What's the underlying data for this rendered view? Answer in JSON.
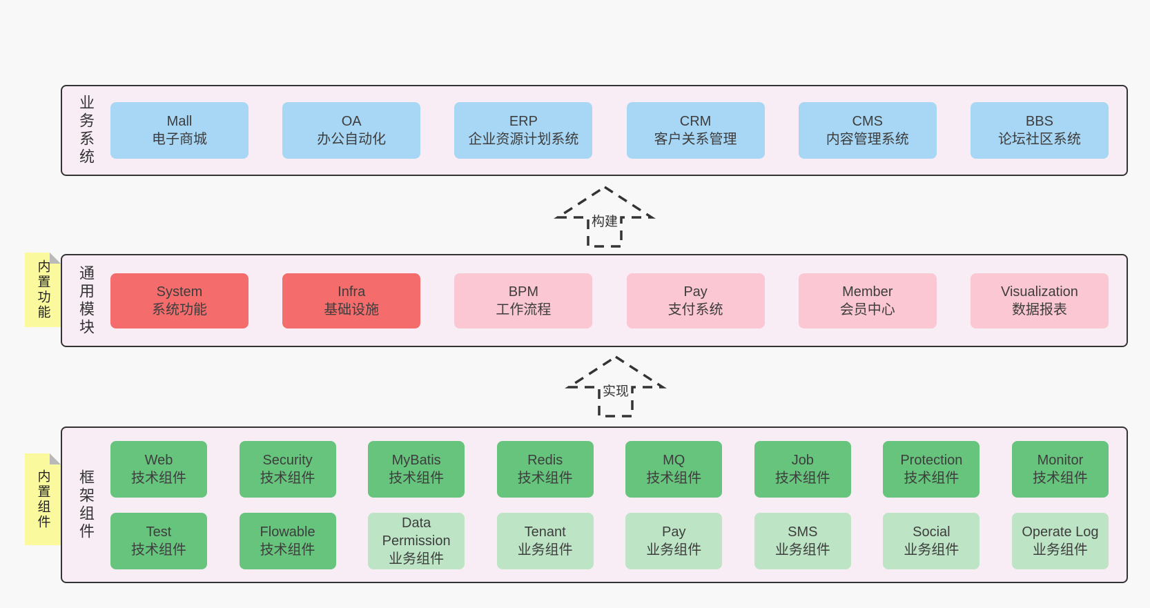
{
  "colors": {
    "page_bg": "#f8f8f8",
    "band_bg": "#f8edf5",
    "band_border": "#333333",
    "blue": "#a8d7f5",
    "red": "#f56c6c",
    "pink": "#fbc7d2",
    "green": "#67c47d",
    "light_green": "#bde5c5",
    "sticky_yellow": "#fbf99e",
    "fold_gray": "#b9b9b9",
    "text": "#3d3d3d"
  },
  "arrows": [
    {
      "label": "构建"
    },
    {
      "label": "实现"
    }
  ],
  "bands": [
    {
      "label": "业务系统",
      "rows": [
        [
          {
            "name": "Mall",
            "desc": "电子商城"
          },
          {
            "name": "OA",
            "desc": "办公自动化"
          },
          {
            "name": "ERP",
            "desc": "企业资源计划系统"
          },
          {
            "name": "CRM",
            "desc": "客户关系管理"
          },
          {
            "name": "CMS",
            "desc": "内容管理系统"
          },
          {
            "name": "BBS",
            "desc": "论坛社区系统"
          }
        ]
      ]
    },
    {
      "label": "通用模块",
      "sticky": "内置功能",
      "rows": [
        [
          {
            "name": "System",
            "desc": "系统功能"
          },
          {
            "name": "Infra",
            "desc": "基础设施"
          },
          {
            "name": "BPM",
            "desc": "工作流程"
          },
          {
            "name": "Pay",
            "desc": "支付系统"
          },
          {
            "name": "Member",
            "desc": "会员中心"
          },
          {
            "name": "Visualization",
            "desc": "数据报表"
          }
        ]
      ]
    },
    {
      "label": "框架组件",
      "sticky": "内置组件",
      "rows": [
        [
          {
            "name": "Web",
            "desc": "技术组件"
          },
          {
            "name": "Security",
            "desc": "技术组件"
          },
          {
            "name": "MyBatis",
            "desc": "技术组件"
          },
          {
            "name": "Redis",
            "desc": "技术组件"
          },
          {
            "name": "MQ",
            "desc": "技术组件"
          },
          {
            "name": "Job",
            "desc": "技术组件"
          },
          {
            "name": "Protection",
            "desc": "技术组件"
          },
          {
            "name": "Monitor",
            "desc": "技术组件"
          }
        ],
        [
          {
            "name": "Test",
            "desc": "技术组件"
          },
          {
            "name": "Flowable",
            "desc": "技术组件"
          },
          {
            "name": "Data Permission",
            "desc": "业务组件"
          },
          {
            "name": "Tenant",
            "desc": "业务组件"
          },
          {
            "name": "Pay",
            "desc": "业务组件"
          },
          {
            "name": "SMS",
            "desc": "业务组件"
          },
          {
            "name": "Social",
            "desc": "业务组件"
          },
          {
            "name": "Operate Log",
            "desc": "业务组件"
          }
        ]
      ]
    }
  ]
}
